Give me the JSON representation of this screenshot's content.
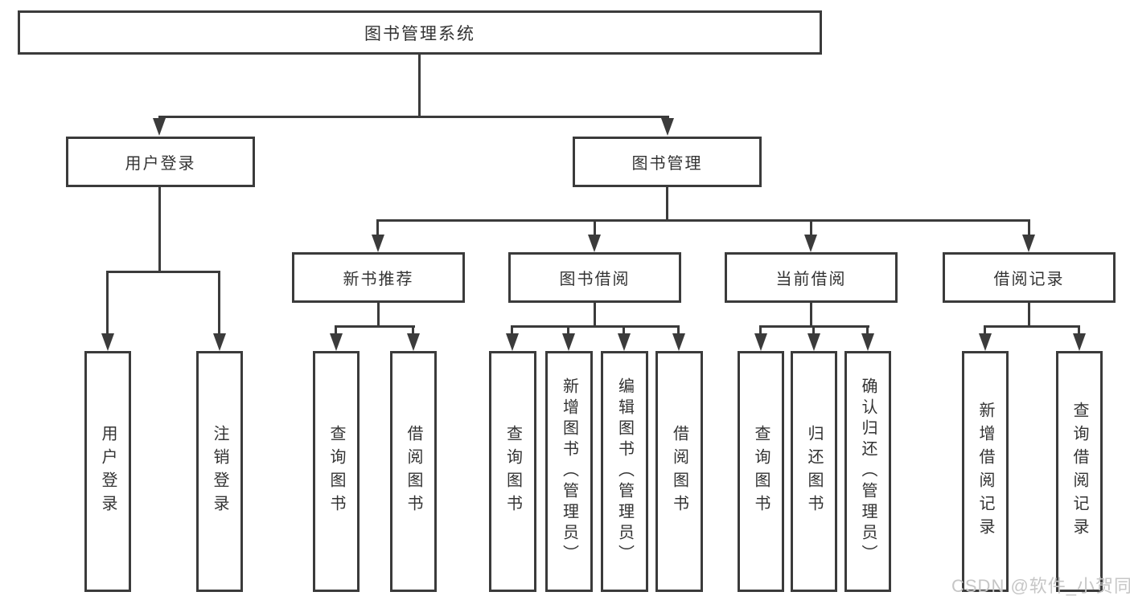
{
  "root": {
    "label": "图书管理系统"
  },
  "branches": [
    {
      "label": "用户登录",
      "children": [
        {
          "label": "用户登录"
        },
        {
          "label": "注销登录"
        }
      ]
    },
    {
      "label": "图书管理",
      "children": [
        {
          "label": "新书推荐",
          "children": [
            {
              "label": "查询图书"
            },
            {
              "label": "借阅图书"
            }
          ]
        },
        {
          "label": "图书借阅",
          "children": [
            {
              "label": "查询图书"
            },
            {
              "label": "新增图书（管理员）"
            },
            {
              "label": "编辑图书（管理员）"
            },
            {
              "label": "借阅图书"
            }
          ]
        },
        {
          "label": "当前借阅",
          "children": [
            {
              "label": "查询图书"
            },
            {
              "label": "归还图书"
            },
            {
              "label": "确认归还（管理员）"
            }
          ]
        },
        {
          "label": "借阅记录",
          "children": [
            {
              "label": "新增借阅记录"
            },
            {
              "label": "查询借阅记录"
            }
          ]
        }
      ]
    }
  ],
  "watermark": "CSDN @软件_小贺同学",
  "colors": {
    "line": "#3b3b3b",
    "text": "#333333",
    "watermark": "#c6c6c6",
    "background": "#ffffff"
  }
}
